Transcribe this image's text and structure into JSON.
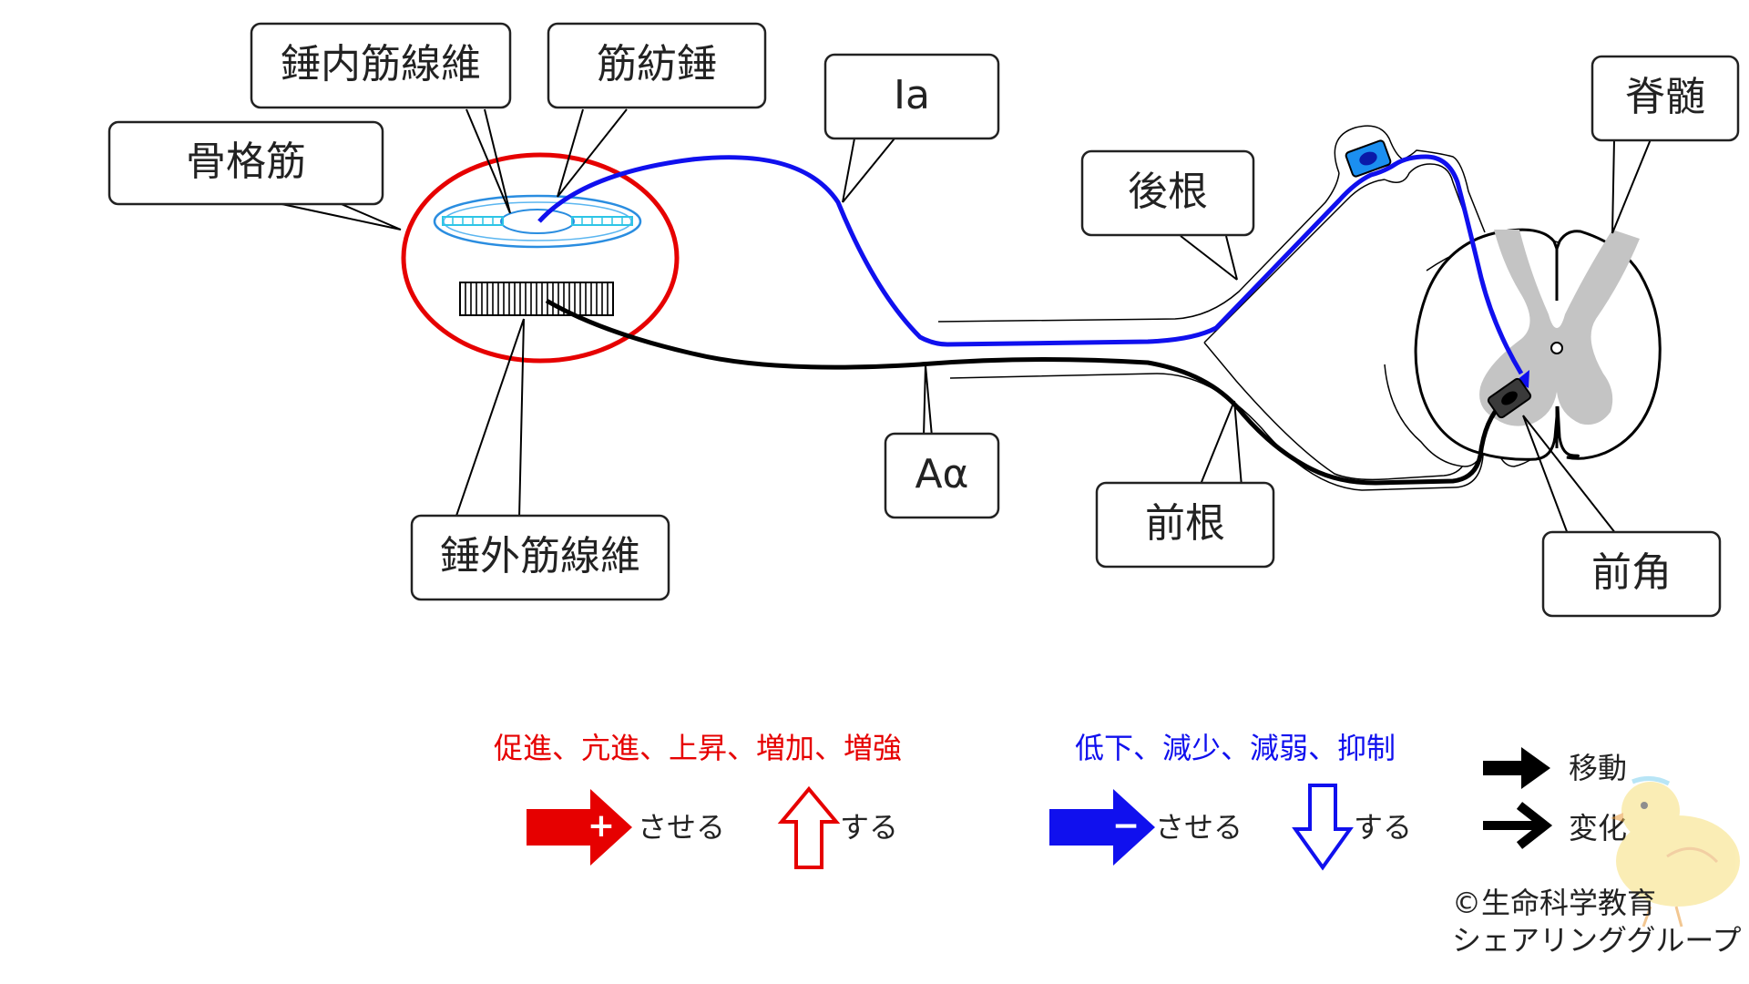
{
  "labels": {
    "skeletal_muscle": "骨格筋",
    "intrafusal_fiber": "錘内筋線維",
    "muscle_spindle": "筋紡錘",
    "ia": "Ia",
    "dorsal_root": "後根",
    "spinal_cord": "脊髄",
    "extrafusal_fiber": "錘外筋線維",
    "a_alpha": "Aα",
    "ventral_root": "前根",
    "anterior_horn": "前角"
  },
  "legend": {
    "red_heading": "促進、亢進、上昇、増加、増強",
    "blue_heading": "低下、減少、減弱、抑制",
    "saseru": "させる",
    "suru": "する",
    "plus": "+",
    "minus": "−",
    "move": "移動",
    "change": "変化"
  },
  "credit": {
    "line1": "©生命科学教育",
    "line2": "シェアリンググループ"
  },
  "colors": {
    "red": "#e60000",
    "blue": "#1010ee",
    "black": "#000000",
    "gray_matter": "#c4c4c4"
  }
}
